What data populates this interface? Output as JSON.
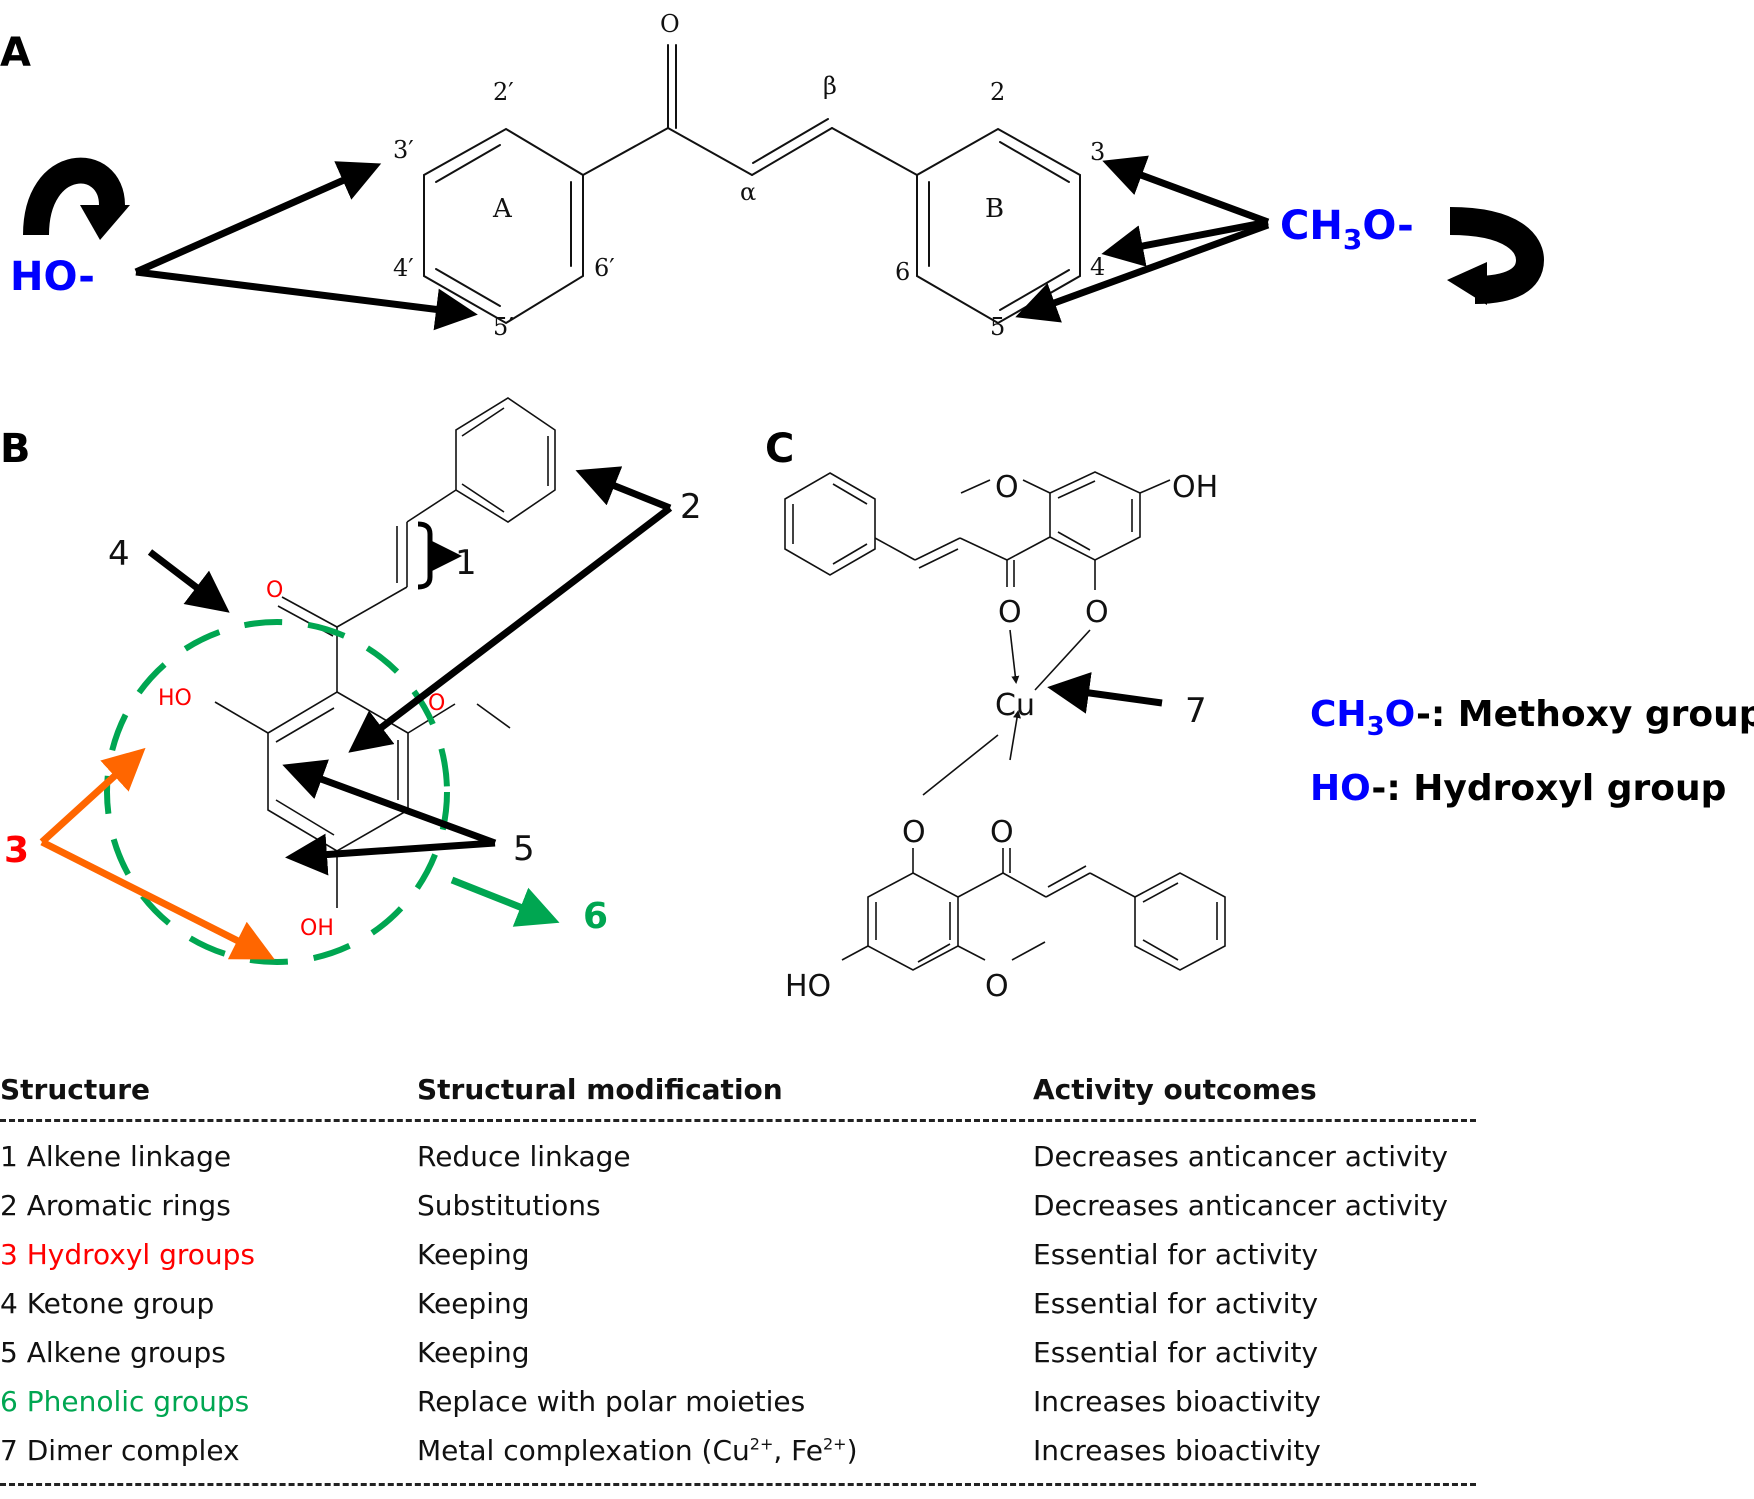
{
  "panels": {
    "a": {
      "label": "A",
      "ring_a_label": "A",
      "ring_b_label": "B",
      "positions": {
        "p2p": "2′",
        "p3p": "3′",
        "p4p": "4′",
        "p5p": "5′",
        "p6p": "6′",
        "p2": "2",
        "p3": "3",
        "p4": "4",
        "p5": "5",
        "p6": "6",
        "carbonyl_o": "O",
        "alpha": "α",
        "beta": "β"
      },
      "hydroxyl_label": "HO-",
      "methoxy_label_main": "CH",
      "methoxy_label_sub": "3",
      "methoxy_label_end": "O-"
    },
    "b": {
      "label": "B",
      "atoms": {
        "ketone_o": "O",
        "ho_top": "HO",
        "methoxy_o": "O",
        "oh_bottom": "OH"
      },
      "callouts": {
        "n1": "1",
        "n2": "2",
        "n3": "3",
        "n4": "4",
        "n5": "5",
        "n6": "6"
      }
    },
    "c": {
      "label": "C",
      "metal": "Cu",
      "atoms": {
        "o1": "O",
        "o2": "O",
        "o3": "O",
        "o4": "O",
        "oh_top": "OH",
        "ho_bottom": "HO",
        "ome_top": "O",
        "ome_bottom": "O"
      },
      "callout": "7"
    }
  },
  "legend": [
    {
      "formula_main": "CH",
      "formula_sub": "3",
      "formula_end": "O",
      "rest": "-: Methoxy group"
    },
    {
      "formula_main": "HO",
      "formula_sub": "",
      "formula_end": "",
      "rest": "-: Hydroxyl group"
    }
  ],
  "colors": {
    "blue": "#0000ff",
    "red": "#ff0000",
    "green": "#00a651",
    "orange": "#ff6600"
  },
  "table": {
    "headers": [
      "Structure",
      "Structural modification",
      "Activity outcomes"
    ],
    "rows": [
      {
        "structure": "1 Alkene linkage",
        "modification": "Reduce linkage",
        "outcome": "Decreases anticancer activity",
        "color": ""
      },
      {
        "structure": "2 Aromatic rings",
        "modification": "Substitutions",
        "outcome": "Decreases anticancer activity",
        "color": ""
      },
      {
        "structure": "3 Hydroxyl groups",
        "modification": "Keeping",
        "outcome": "Essential for activity",
        "color": "red"
      },
      {
        "structure": "4 Ketone group",
        "modification": "Keeping",
        "outcome": "Essential for activity",
        "color": ""
      },
      {
        "structure": "5 Alkene groups",
        "modification": "Keeping",
        "outcome": "Essential for activity",
        "color": ""
      },
      {
        "structure": "6 Phenolic groups",
        "modification": "Replace with polar moieties",
        "outcome": "Increases bioactivity",
        "color": "green"
      },
      {
        "structure": "7 Dimer complex",
        "modification_parts": [
          "Metal complexation (Cu",
          "2+",
          ", Fe",
          "2+",
          ")"
        ],
        "modification": "Metal complexation (Cu2+, Fe2+)",
        "outcome": "Increases bioactivity",
        "color": ""
      }
    ]
  }
}
